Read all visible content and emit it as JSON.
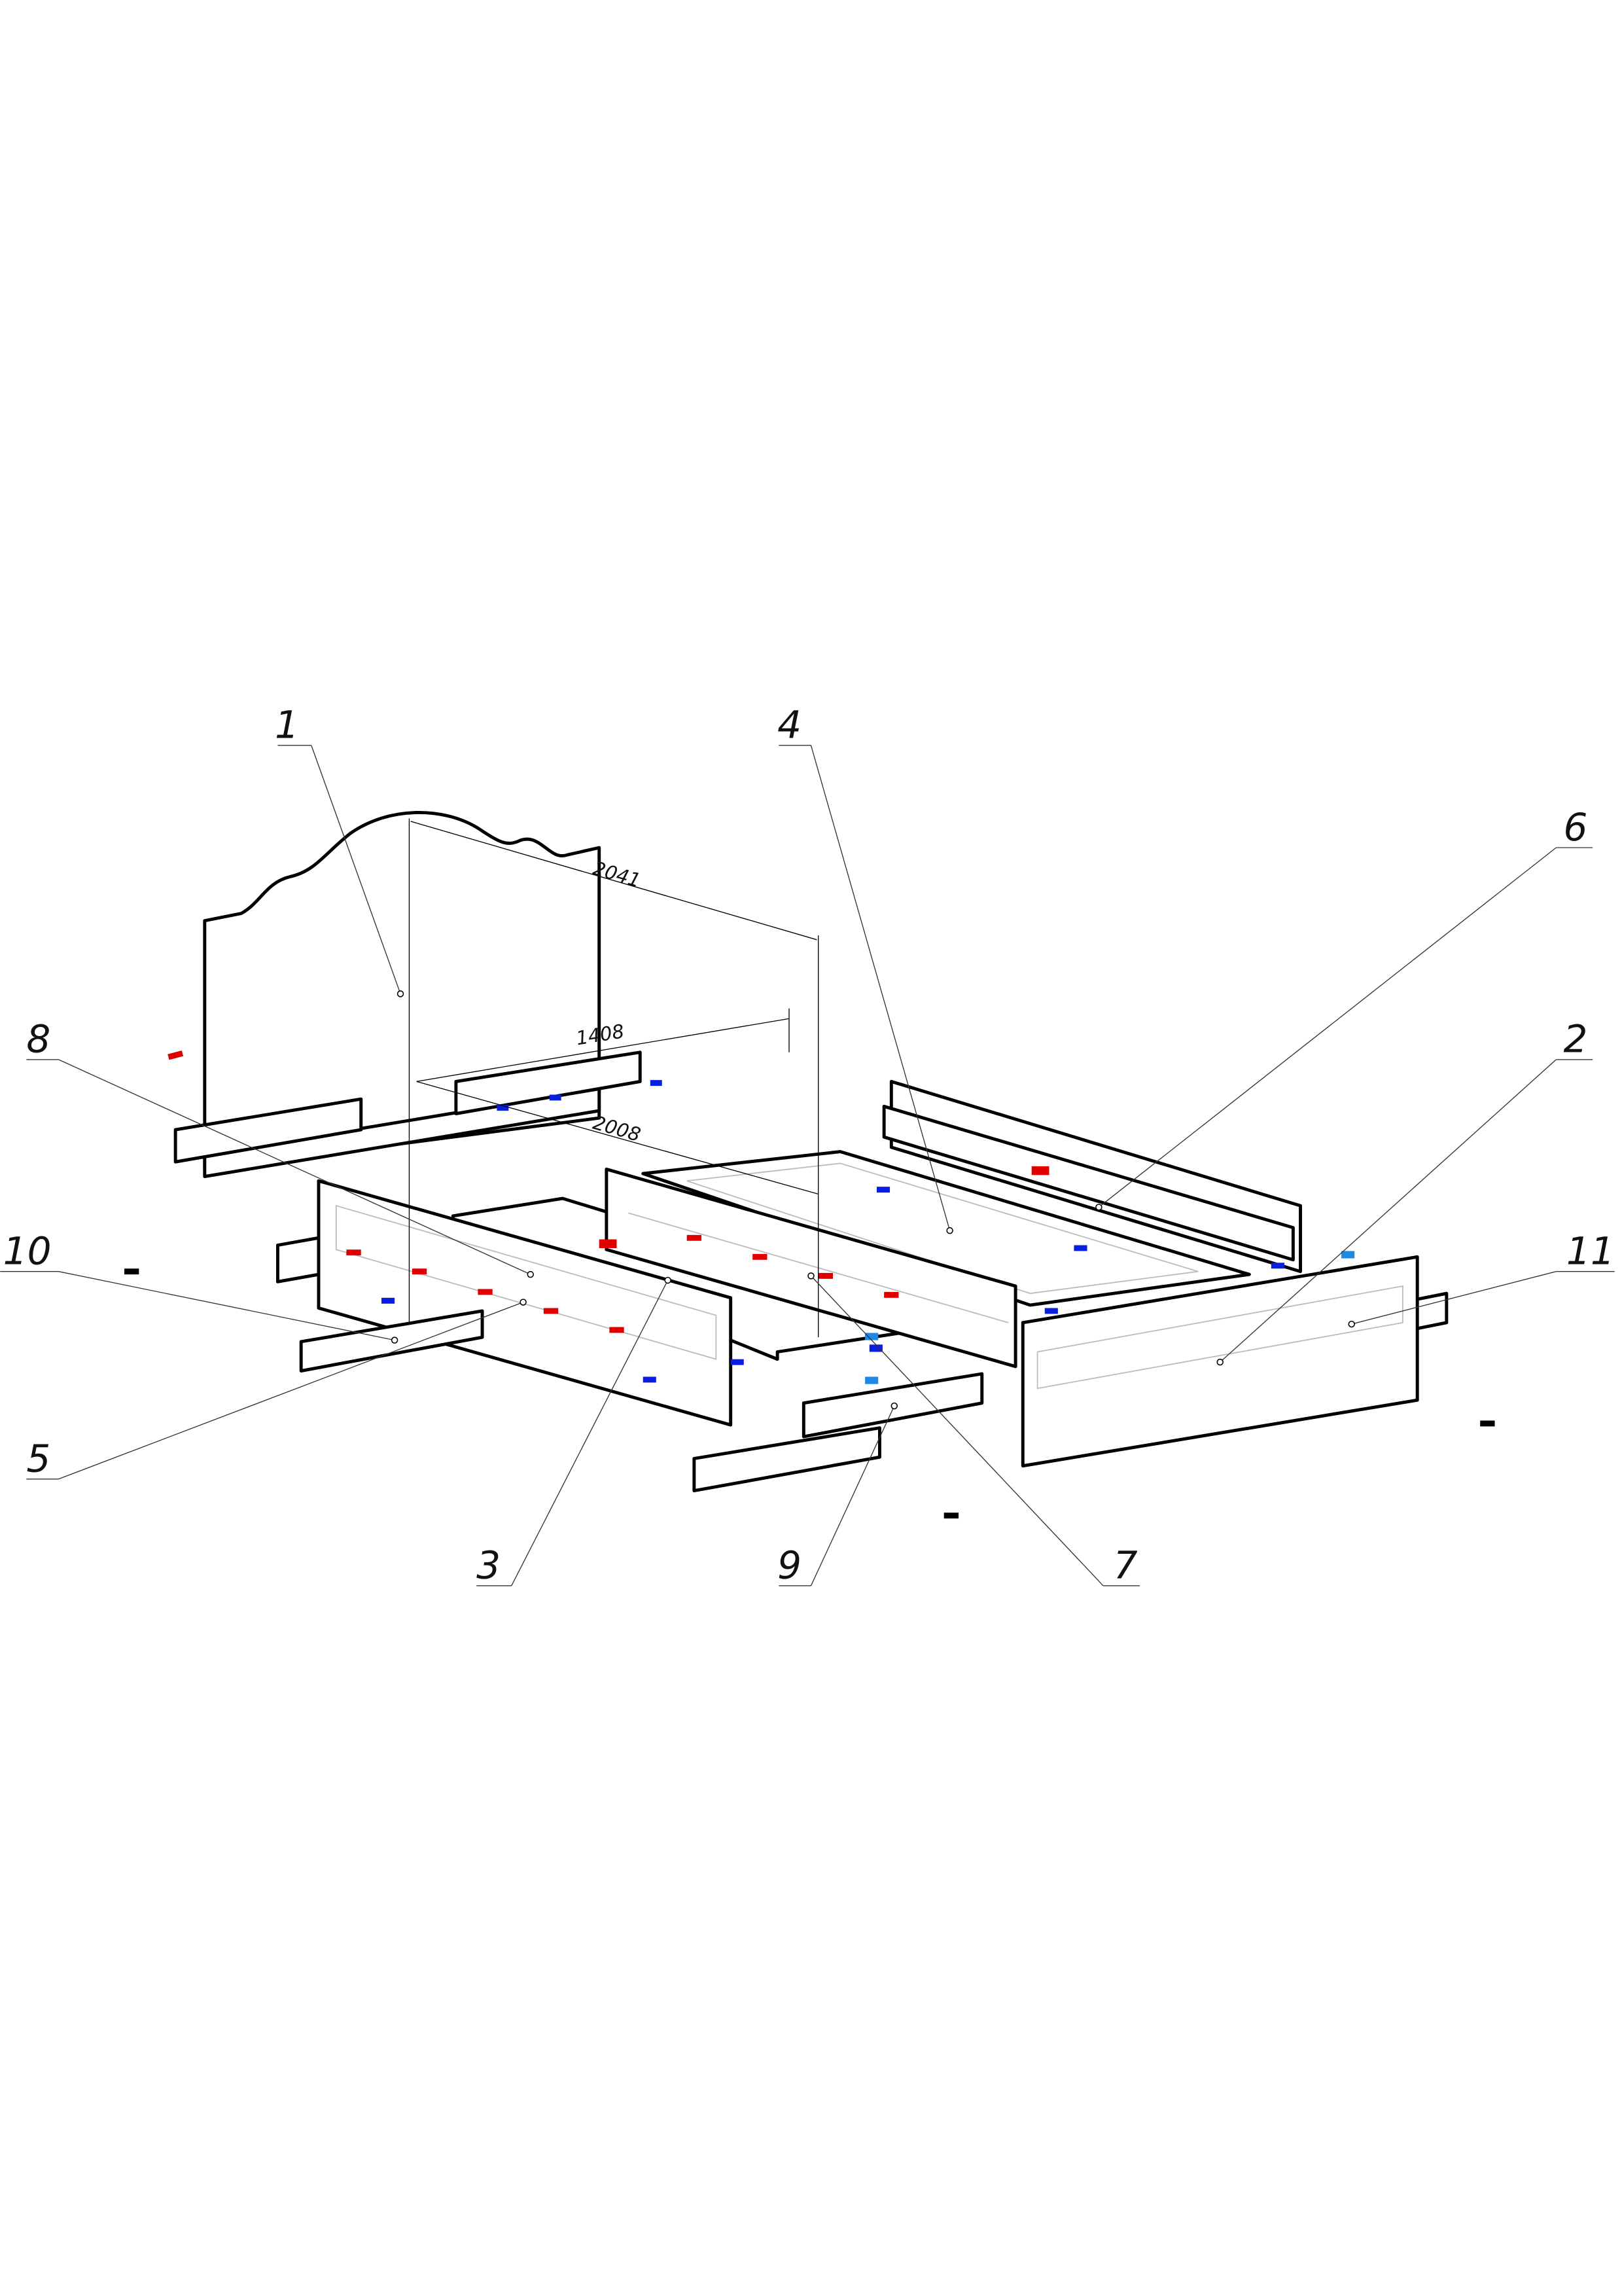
{
  "part_labels": [
    "1",
    "2",
    "3",
    "4",
    "5",
    "6",
    "7",
    "8",
    "9",
    "10",
    "11"
  ],
  "dimensions": {
    "height_diag": "2041",
    "width": "1408",
    "length": "2008"
  },
  "colors": {
    "outline": "#000000",
    "dowel_red": "#e00000",
    "dowel_blue": "#0a1ee0",
    "dowel_lightblue": "#1e88e5"
  }
}
